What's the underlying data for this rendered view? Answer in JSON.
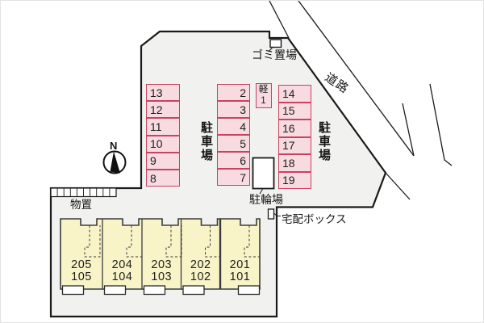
{
  "site": {
    "road_label": "道路",
    "garbage_label": "ゴミ置場",
    "bicycle_label": "駐輪場",
    "delivery_label": "宅配ボックス",
    "storage_label": "物置",
    "north_label": "N",
    "parking_area_label_left": "駐車場",
    "parking_area_label_right": "駐車場"
  },
  "parking": {
    "kei_stall": {
      "line1": "軽",
      "line2": "1"
    },
    "columns": {
      "left": [
        "13",
        "12",
        "11",
        "10",
        "9",
        "8"
      ],
      "middle": [
        "2",
        "3",
        "4",
        "5",
        "6",
        "7"
      ],
      "right": [
        "14",
        "15",
        "16",
        "17",
        "18",
        "19"
      ]
    }
  },
  "building": {
    "units": [
      {
        "upper": "205",
        "lower": "105"
      },
      {
        "upper": "204",
        "lower": "104"
      },
      {
        "upper": "203",
        "lower": "103"
      },
      {
        "upper": "202",
        "lower": "102"
      },
      {
        "upper": "201",
        "lower": "101"
      }
    ]
  },
  "colors": {
    "site_fill": "#f1f1ef",
    "outline": "#1a1a1a",
    "stall_fill": "#f8dbe1",
    "stall_border": "#c64460",
    "building_fill": "#f9f4c8"
  }
}
